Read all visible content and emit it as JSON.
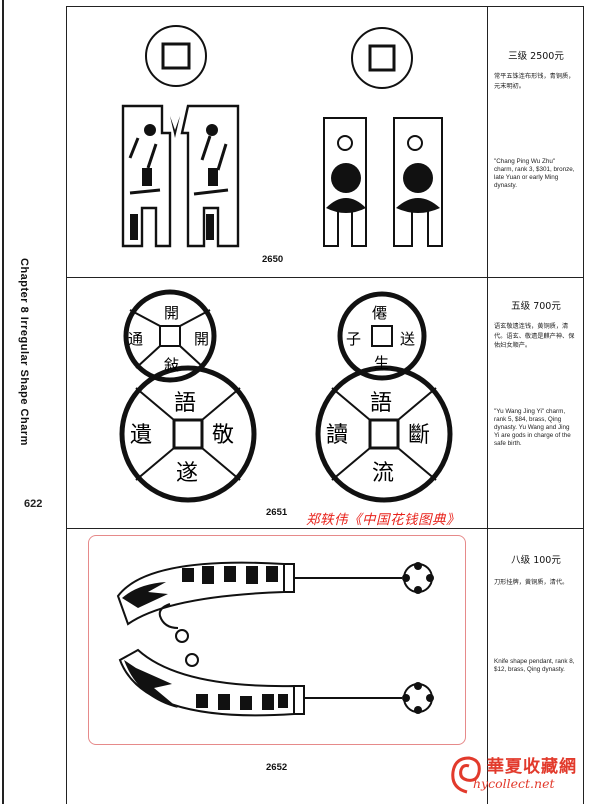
{
  "page": {
    "spine_title": "Chapter 8  Irregular Shape Charm",
    "page_number": "622"
  },
  "entries": [
    {
      "catalog_no": "2650",
      "grade_price": "三级 2500元",
      "desc_zh": "常平五铢连布形钱，青铜质，元末明初。",
      "desc_en": "\"Chang Ping Wu Zhu\" charm, rank 3, $301, bronze, late Yuan or early Ming dynasty."
    },
    {
      "catalog_no": "2651",
      "grade_price": "五级 700元",
      "desc_zh": "语玄敬遗连钱，黄铜质，清代。语玄、敬遗是麒产神、保佑妇女顺产。",
      "desc_en": "\"Yu Wang Jing Yi\" charm, rank 5, $84, brass, Qing dynasty. Yu Wang and Jing Yi are gods in charge of the safe birth."
    },
    {
      "catalog_no": "2652",
      "grade_price": "八级 100元",
      "desc_zh": "刀形挂牌，黄铜质，清代。",
      "desc_en": "Knife shape pendant, rank 8, $12, brass, Qing dynasty."
    }
  ],
  "coin_2651": {
    "top_left": [
      "開",
      "通",
      "敍",
      "開"
    ],
    "bottom_left": [
      "語",
      "遺",
      "敬",
      "遂"
    ],
    "top_right": [
      "僊",
      "子",
      "生",
      "送"
    ],
    "bottom_right": [
      "語",
      "讀",
      "斷",
      "流"
    ]
  },
  "watermark": {
    "caption": "郑轶伟《中国花钱图典》",
    "site_name": "華夏收藏網",
    "site_url": "hycollect.net"
  }
}
